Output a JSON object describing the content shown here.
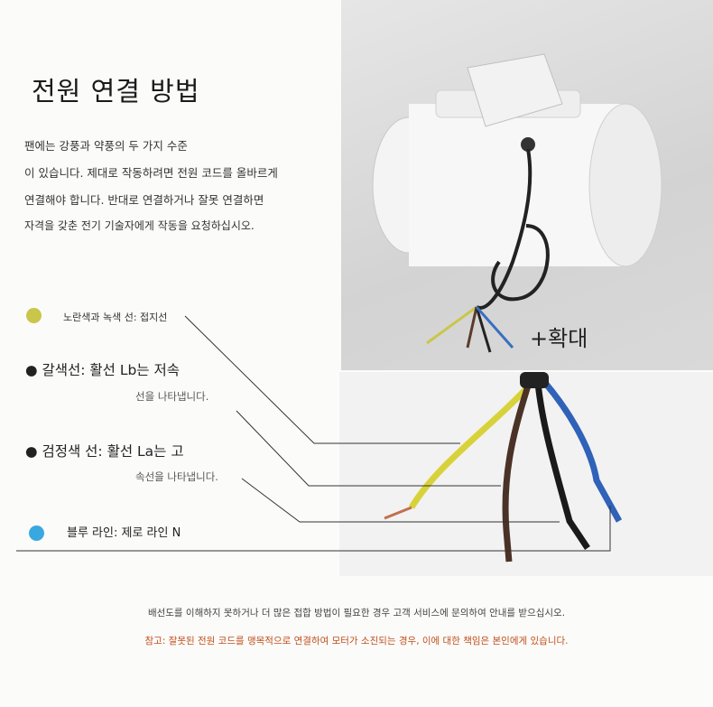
{
  "title": "전원 연결 방법",
  "description": [
    "팬에는 강풍과 약풍의 두 가지 수준",
    "이 있습니다. 제대로 작동하려면 전원 코드를 올바르게",
    "연결해야 합니다. 반대로 연결하거나 잘못 연결하면",
    "자격을 갖춘 전기 기술자에게 작동을 요청하십시오."
  ],
  "zoom_label": "+확대",
  "wires": {
    "ground": {
      "label": "노란색과 녹색 선: 접지선",
      "color": "#c9c64a"
    },
    "brown": {
      "label": "갈색선: 활선 Lb는 저속",
      "sub": "선을 나타냅니다."
    },
    "black": {
      "label": "검정색 선: 활선 La는 고",
      "sub": "속선을 나타냅니다."
    },
    "blue": {
      "label": "블루 라인: 제로 라인 N",
      "color": "#3aa8e0"
    }
  },
  "footer": {
    "info": "배선도를 이해하지 못하거나 더 많은 접합 방법이 필요한 경우 고객 서비스에 문의하여 안내를 받으십시오.",
    "note": "참고: 잘못된 전원 코드를 맹목적으로 연결하여 모터가 소진되는 경우, 이에 대한 책임은 본인에게 있습니다."
  }
}
